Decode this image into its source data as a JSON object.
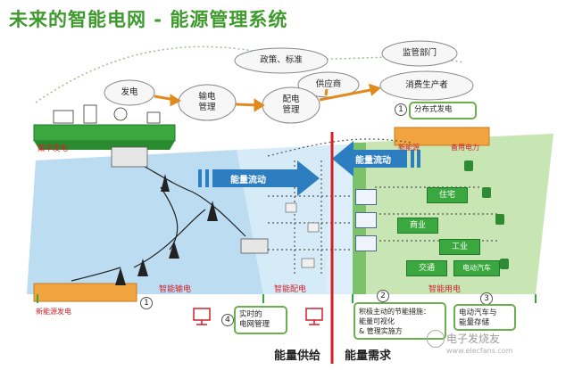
{
  "title": "未来的智能电网 - 能源管理系统",
  "clouds": {
    "policy": "政策、标准",
    "supervision": "监管部门",
    "power_gen": "发电",
    "supplier": "供应商",
    "transmission": "输电\n管理",
    "distribution": "配电\n管理",
    "prosumer": "消费生产者"
  },
  "zones": {
    "central_gen": "集中发电",
    "new_energy_gen": "新能源发电",
    "smart_transmission": "智能输电",
    "smart_distribution": "智能配电",
    "smart_consumption": "智能用电"
  },
  "flows": {
    "left": "能量流动",
    "right": "能量流动"
  },
  "distributed": {
    "label": "分布式发电",
    "new_energy": "新能源",
    "backup_power": "备用电力"
  },
  "buildings": {
    "residential": "住宅",
    "commercial": "商业",
    "industrial": "工业",
    "transport": "交通",
    "ev": "电动汽车"
  },
  "callouts": {
    "c1_num": "1",
    "c1_num_left": "1",
    "c2_num": "2",
    "c2_text": "积极主动的节能措施：\n能量可视化\n& 管理实施方",
    "c3_num": "3",
    "c3_text": "电动汽车与\n能量存储",
    "c4_num": "4",
    "c4_text": "实时的\n电网管理"
  },
  "bottom": {
    "supply": "能量供给",
    "demand": "能量需求"
  },
  "watermark": {
    "text": "电子发烧友",
    "url": "www.elecfans.com"
  }
}
